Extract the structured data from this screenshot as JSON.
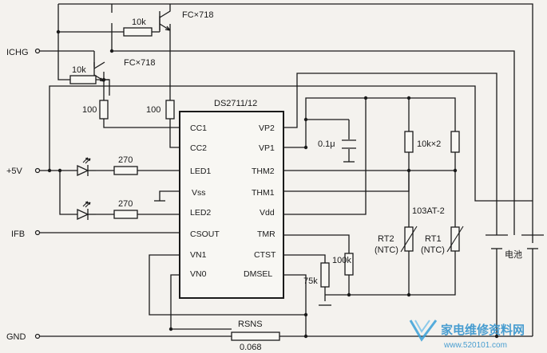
{
  "diagram": {
    "ic": {
      "name": "DS2711/12",
      "left_pins": [
        "CC1",
        "CC2",
        "LED1",
        "Vss",
        "LED2",
        "CSOUT",
        "VN1",
        "VN0"
      ],
      "right_pins": [
        "VP2",
        "VP1",
        "THM2",
        "THM1",
        "Vdd",
        "TMR",
        "CTST",
        "DMSEL"
      ]
    },
    "ports": {
      "ichg": "ICHG",
      "v5": "+5V",
      "ifb": "IFB",
      "gnd": "GND"
    },
    "transistors": {
      "q1": "FC×718",
      "q2": "FC×718"
    },
    "resistors": {
      "r_top": "10k",
      "r_mid": "10k",
      "r_base1": "100",
      "r_base2": "100",
      "r_led1": "270",
      "r_led2": "270",
      "r_pullup": "10k×2",
      "r_tmr": "100k",
      "r_ctst": "75k",
      "rsns_name": "RSNS",
      "rsns_value": "0.068"
    },
    "capacitor": "0.1μ",
    "thermistors": {
      "type": "103AT-2",
      "rt2_name": "RT2",
      "rt2_ntc": "(NTC)",
      "rt1_name": "RT1",
      "rt1_ntc": "(NTC)"
    },
    "battery": "电池"
  },
  "watermark": {
    "title": "家电维修资料网",
    "url": "www.520101.com"
  }
}
